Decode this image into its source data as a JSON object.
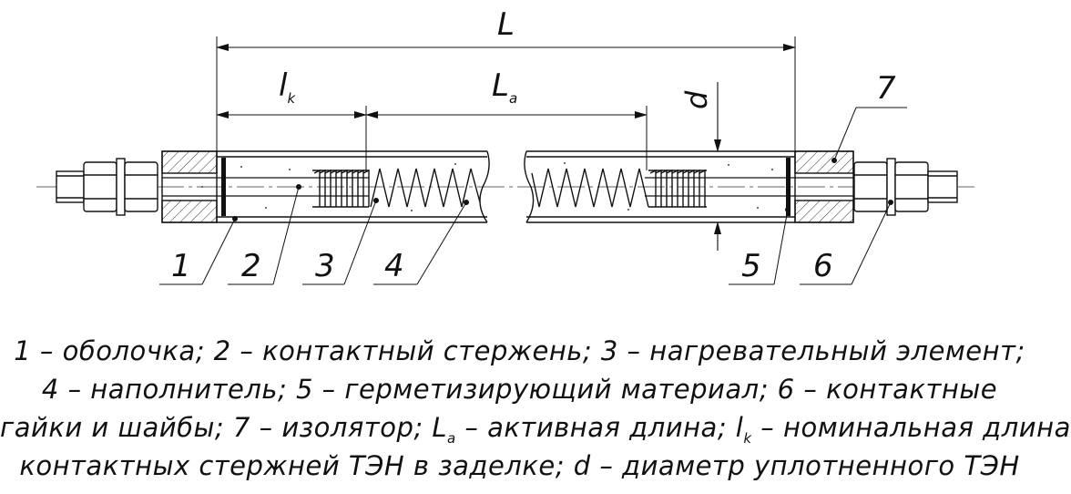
{
  "dimensions": {
    "L": "L",
    "lk_main": "l",
    "lk_sub": "k",
    "La_main": "L",
    "La_sub": "a",
    "d": "d"
  },
  "callouts": [
    "1",
    "2",
    "3",
    "4",
    "5",
    "6",
    "7"
  ],
  "caption": {
    "line1": "1 – оболочка; 2 – контактный стержень; 3 – нагревательный элемент;",
    "line2": "4 – наполнитель; 5 – герметизирующий материал; 6 – контактные",
    "line3_a": "гайки и шайбы; 7 – изолятор; L",
    "line3_a_sub": "a",
    "line3_b": " – активная длина; l",
    "line3_b_sub": "k",
    "line3_c": " – номинальная длина",
    "line4": "контактных стержней ТЭН в заделке; d – диаметр уплотненного ТЭН"
  }
}
